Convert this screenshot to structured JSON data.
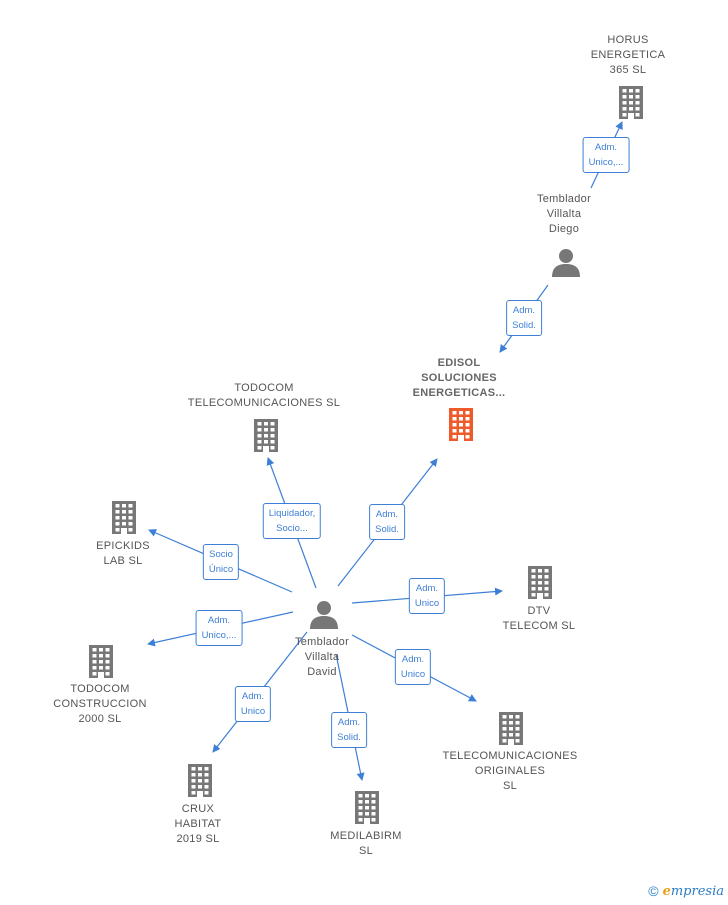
{
  "colors": {
    "edge": "#3d7fd6",
    "company": "#777777",
    "focus_company": "#ee5a2a",
    "person": "#777777"
  },
  "companies": [
    {
      "id": "horus",
      "label": "HORUS\nENERGETICA\n365 SL",
      "icon": "building-icon"
    },
    {
      "id": "edisol",
      "label": "EDISOL\nSOLUCIONES\nENERGETICAS...",
      "icon": "building-icon",
      "focus": true
    },
    {
      "id": "todocom_tel",
      "label": "TODOCOM\nTELECOMUNICACIONES SL",
      "icon": "building-icon"
    },
    {
      "id": "epickids",
      "label": "EPICKIDS\nLAB SL",
      "icon": "building-icon"
    },
    {
      "id": "dtv",
      "label": "DTV\nTELECOM SL",
      "icon": "building-icon"
    },
    {
      "id": "todocom_con",
      "label": "TODOCOM\nCONSTRUCCION\n2000 SL",
      "icon": "building-icon"
    },
    {
      "id": "telecom_orig",
      "label": "TELECOMUNICACIONES\nORIGINALES\nSL",
      "icon": "building-icon"
    },
    {
      "id": "crux",
      "label": "CRUX\nHABITAT\n2019 SL",
      "icon": "building-icon"
    },
    {
      "id": "medilabirm",
      "label": "MEDILABIRM\nSL",
      "icon": "building-icon"
    }
  ],
  "persons": [
    {
      "id": "diego",
      "label": "Temblador\nVillalta\nDiego",
      "icon": "person-icon"
    },
    {
      "id": "david",
      "label": "Temblador\nVillalta\nDavid",
      "icon": "person-icon"
    }
  ],
  "relations": [
    {
      "from": "diego",
      "to": "horus",
      "label": "Adm.\nUnico,..."
    },
    {
      "from": "diego",
      "to": "edisol",
      "label": "Adm.\nSolid."
    },
    {
      "from": "david",
      "to": "todocom_tel",
      "label": "Liquidador,\nSocio..."
    },
    {
      "from": "david",
      "to": "edisol",
      "label": "Adm.\nSolid."
    },
    {
      "from": "david",
      "to": "epickids",
      "label": "Socio\nÚnico"
    },
    {
      "from": "david",
      "to": "dtv",
      "label": "Adm.\nUnico"
    },
    {
      "from": "david",
      "to": "todocom_con",
      "label": "Adm.\nUnico,..."
    },
    {
      "from": "david",
      "to": "telecom_orig",
      "label": "Adm.\nUnico"
    },
    {
      "from": "david",
      "to": "crux",
      "label": "Adm.\nUnico"
    },
    {
      "from": "david",
      "to": "medilabirm",
      "label": "Adm.\nSolid."
    }
  ],
  "footer": {
    "copyright": "©",
    "brand_initial": "e",
    "brand_rest": "mpresia"
  }
}
